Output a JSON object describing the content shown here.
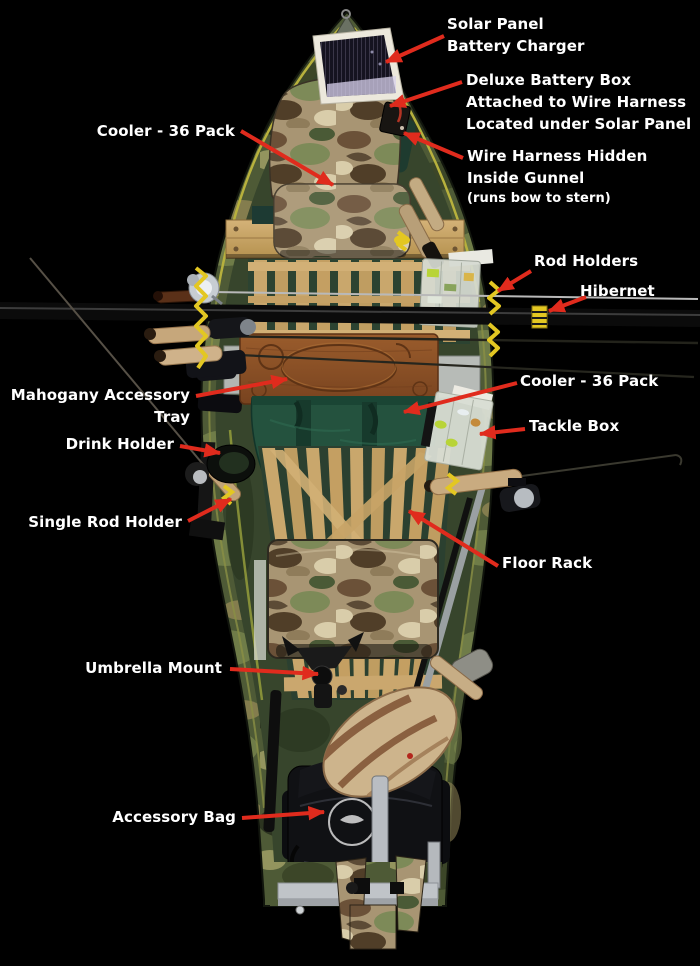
{
  "scene": {
    "description": "Top-down photo of a camouflage square-stern canoe outfitted with fishing accessories, annotated with red arrows and white labels on a black background",
    "colors": {
      "background": "#000000",
      "label_text": "#ffffff",
      "arrow": "#e02b1d",
      "wood_slat": "#c9a76c",
      "mahogany": "#8a4f26",
      "cooler_green": "#24523e",
      "rod_holder_yellow": "#e3c722",
      "gunnel_stripe": "#b7b13d",
      "aluminum": "#c0c4c8"
    }
  },
  "labels": {
    "solar_panel": {
      "text": "Solar Panel\nBattery Charger"
    },
    "battery_box": {
      "text": "Deluxe Battery Box\nAttached to Wire Harness\nLocated under Solar Panel"
    },
    "wire_harness": {
      "text": "Wire Harness Hidden\nInside Gunnel",
      "note": "(runs bow to stern)"
    },
    "cooler_bow": {
      "text": "Cooler - 36 Pack"
    },
    "rod_holders": {
      "text": "Rod Holders"
    },
    "hibernet": {
      "text": "Hibernet"
    },
    "cooler_midship": {
      "text": "Cooler - 36 Pack"
    },
    "tackle_box": {
      "text": "Tackle Box"
    },
    "mahogany_tray": {
      "text": "Mahogany Accessory Tray"
    },
    "drink_holder": {
      "text": "Drink Holder"
    },
    "single_rod_holder": {
      "text": "Single Rod Holder"
    },
    "floor_rack": {
      "text": "Floor Rack"
    },
    "umbrella_mount": {
      "text": "Umbrella Mount"
    },
    "accessory_bag": {
      "text": "Accessory Bag"
    }
  }
}
